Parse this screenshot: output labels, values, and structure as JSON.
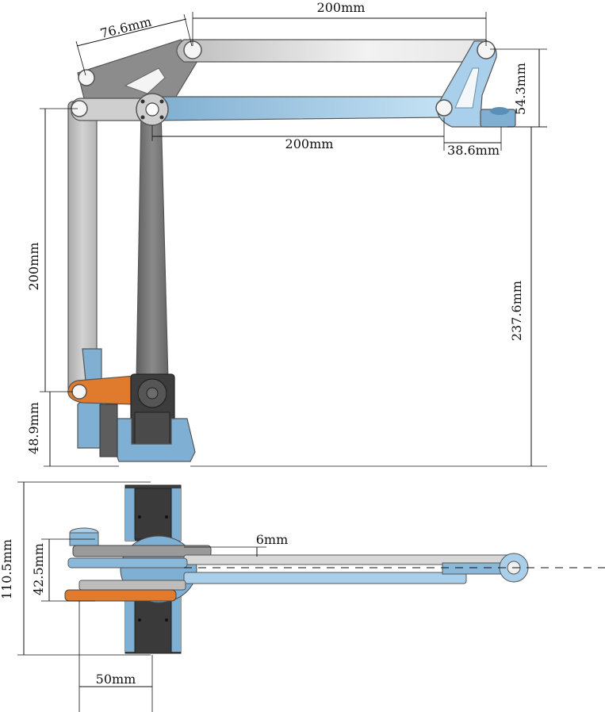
{
  "dimensions": {
    "top_link_length": "200mm",
    "short_link_length": "76.6mm",
    "tip_offset_vertical": "54.3mm",
    "lower_arm_length": "200mm",
    "tip_offset_horizontal": "38.6mm",
    "vertical_link_length": "200mm",
    "total_height": "237.6mm",
    "base_height": "48.9mm",
    "overall_depth": "110.5mm",
    "link_spacing": "42.5mm",
    "link_thickness": "6mm",
    "base_offset": "50mm"
  },
  "colors": {
    "light_gray": "#d6d6d6",
    "mid_gray": "#b9b9b9",
    "dark_gray": "#6b6b6b",
    "blue": "#8ab8d8",
    "light_blue": "#bcdcf0",
    "orange": "#e07a2c",
    "servo": "#3d3d3d"
  }
}
